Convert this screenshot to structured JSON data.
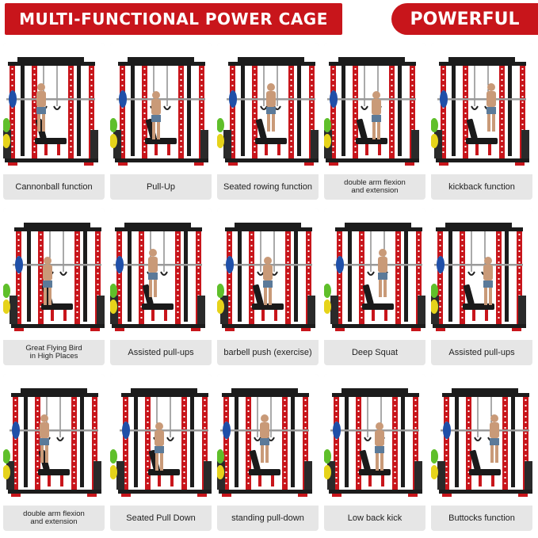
{
  "header": {
    "left_title": "MULTI-FUNCTIONAL POWER CAGE",
    "right_title": "POWERFUL"
  },
  "colors": {
    "brand_red": "#c8151b",
    "frame_black": "#1c1c1c",
    "plate_blue": "#1f4fa8",
    "plate_yellow": "#e6d31a",
    "plate_green": "#5fbf2a"
  },
  "exercises": [
    {
      "label": "Cannonball function"
    },
    {
      "label": "Pull-Up"
    },
    {
      "label": "Seated rowing function"
    },
    {
      "label": "double arm flexion\nand extension"
    },
    {
      "label": "kickback function"
    },
    {
      "label": "Great Flying Bird\nin High Places"
    },
    {
      "label": "Assisted pull-ups"
    },
    {
      "label": "barbell push  (exercise)"
    },
    {
      "label": "Deep Squat"
    },
    {
      "label": "Assisted pull-ups"
    },
    {
      "label": "double arm flexion\nand extension"
    },
    {
      "label": "Seated Pull Down"
    },
    {
      "label": "standing pull-down"
    },
    {
      "label": "Low back kick"
    },
    {
      "label": "Buttocks function"
    }
  ]
}
